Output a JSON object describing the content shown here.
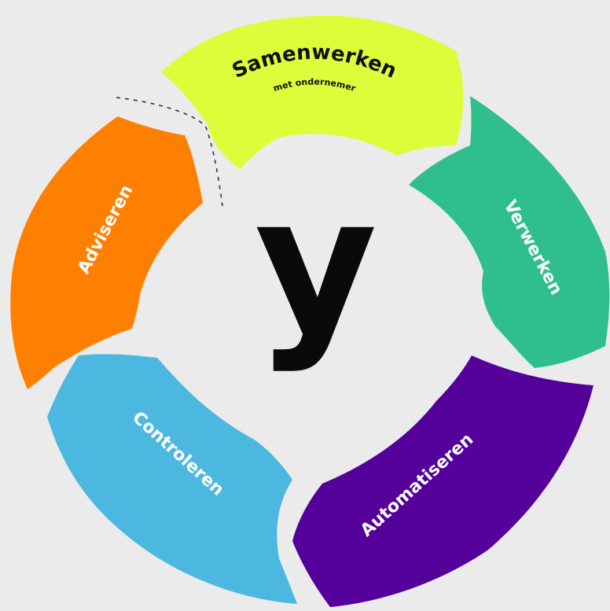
{
  "center": {
    "letter": "y",
    "color": "#0a0a0a"
  },
  "segments": [
    {
      "label": "Samenwerken",
      "sublabel": "met ondernemer",
      "color": "#ddfc3a",
      "text_color": "#111111"
    },
    {
      "label": "Verwerken",
      "sublabel": "",
      "color": "#2ebf8c",
      "text_color": "#ffffff"
    },
    {
      "label": "Automatiseren",
      "sublabel": "",
      "color": "#55009a",
      "text_color": "#ffffff"
    },
    {
      "label": "Controleren",
      "sublabel": "",
      "color": "#4cb8e0",
      "text_color": "#ffffff"
    },
    {
      "label": "Adviseren",
      "sublabel": "",
      "color": "#ff8000",
      "text_color": "#ffffff"
    }
  ],
  "background": "#ebebeb",
  "connector_style": "dashed"
}
